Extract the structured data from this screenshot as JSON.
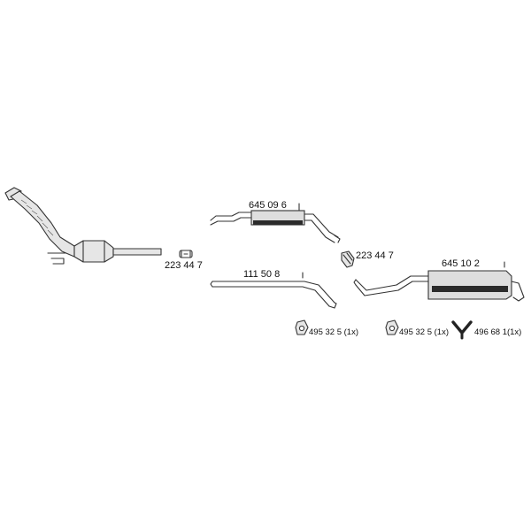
{
  "parts": {
    "catalytic_converter_clamp": {
      "part_no": "223 44 7"
    },
    "front_muffler": {
      "part_no": "645 09 6"
    },
    "middle_pipe": {
      "part_no": "111 50 8"
    },
    "rear_clamp": {
      "part_no": "223 44 7"
    },
    "rear_muffler": {
      "part_no": "645 10 2"
    }
  },
  "accessories": [
    {
      "name": "rubber-mount-1",
      "part_no": "495 32 5 (1x)"
    },
    {
      "name": "rubber-mount-2",
      "part_no": "495 32 5 (1x)"
    },
    {
      "name": "hanger-y",
      "part_no": "496 68 1(1x)"
    }
  ],
  "colors": {
    "line": "#333333",
    "fill": "#e6e6e6",
    "band": "#2b2b2b"
  }
}
